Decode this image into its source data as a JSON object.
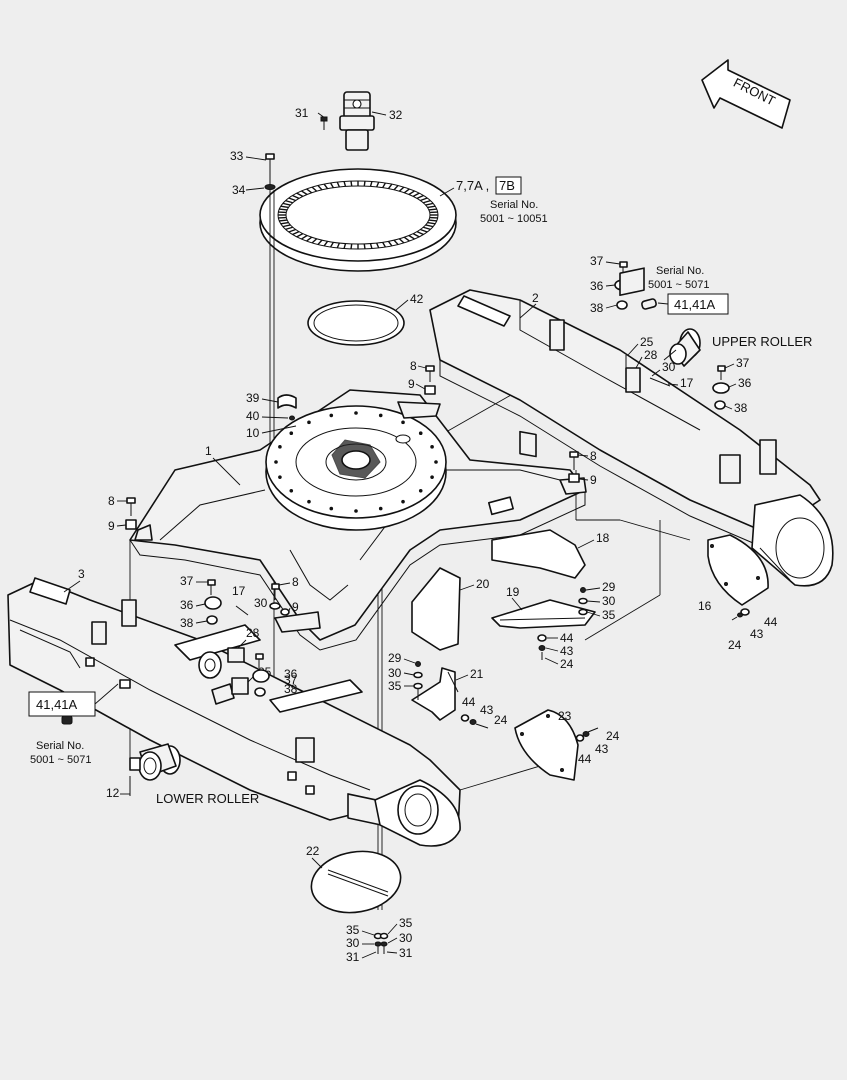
{
  "direction_arrow": {
    "label": "FRONT"
  },
  "texts": {
    "ring_ref": "7,7A ,",
    "ring_ref_box": "7B",
    "ring_serial_title": "Serial No.",
    "ring_serial_range": "5001 ~ 10051",
    "right_serial_title": "Serial No.",
    "right_serial_range": "5001 ~ 5071",
    "right_box": "41,41A",
    "left_box": "41,41A",
    "left_serial_title": "Serial No.",
    "left_serial_range": "5001 ~ 5071",
    "upper_roller": "UPPER ROLLER",
    "lower_roller": "LOWER ROLLER"
  },
  "callouts": {
    "c31a": "31",
    "c32": "32",
    "c33": "33",
    "c34": "34",
    "c42": "42",
    "c2": "2",
    "c37a": "37",
    "c36a": "36",
    "c38a": "38",
    "c25a": "25",
    "c28a": "28",
    "c30a": "30",
    "c17a": "17",
    "c37b": "37",
    "c36b": "36",
    "c38b": "38",
    "c8a": "8",
    "c9a": "9",
    "c39": "39",
    "c40": "40",
    "c10": "10",
    "c1": "1",
    "c8b": "8",
    "c9b": "9",
    "c8c": "8",
    "c9c": "9",
    "c18": "18",
    "c3": "3",
    "c37c": "37",
    "c17b": "17",
    "c8d": "8",
    "c36c": "36",
    "c30b": "30",
    "c9d": "9",
    "c38c": "38",
    "c28b": "28",
    "c25b": "25",
    "c37d": "37",
    "c36d": "36",
    "c38d": "38",
    "c20": "20",
    "c19": "19",
    "c29a": "29",
    "c30c": "30",
    "c35a": "35",
    "c44a": "44",
    "c43a": "43",
    "c24a": "24",
    "c16": "16",
    "c44b": "44",
    "c43b": "43",
    "c24b": "24",
    "c29b": "29",
    "c30d": "30",
    "c35b": "35",
    "c21": "21",
    "c44c": "44",
    "c43c": "43",
    "c24c": "24",
    "c23": "23",
    "c24d": "24",
    "c43d": "43",
    "c44d": "44",
    "c12": "12",
    "c22": "22",
    "c35c": "35",
    "c30e": "30",
    "c31b": "31",
    "c35d": "35",
    "c30f": "30",
    "c31c": "31"
  }
}
